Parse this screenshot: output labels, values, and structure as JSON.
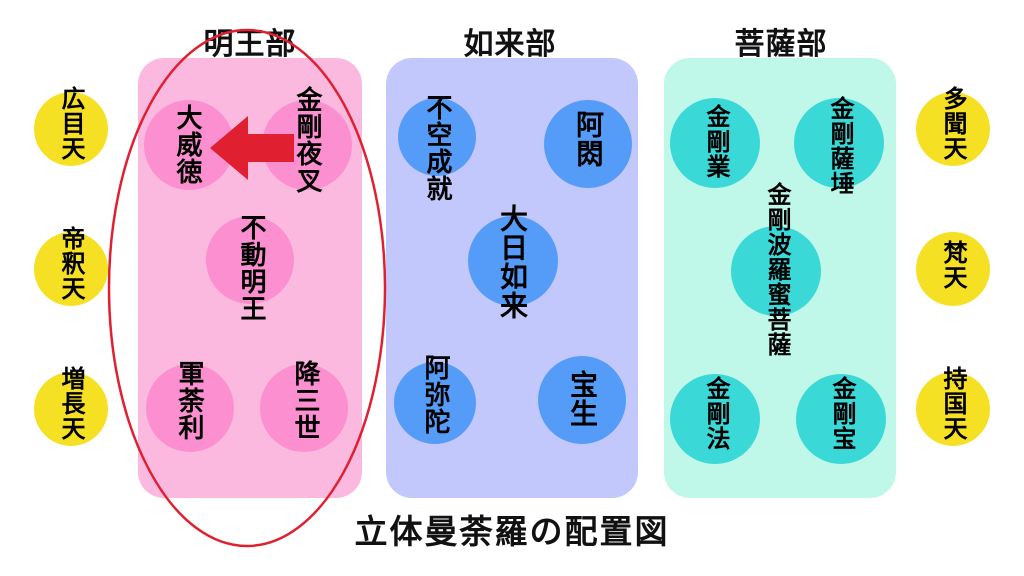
{
  "groups": {
    "myoo": {
      "title": "明王部",
      "members": {
        "kongoyasha": "金剛夜叉",
        "daiitoku": "大威徳",
        "fudo": "不動明王",
        "gundari": "軍荼利",
        "gozanze": "降三世"
      },
      "color": "#fcb9e0",
      "circle_color": "#fc8fd0"
    },
    "nyorai": {
      "title": "如来部",
      "members": {
        "fukujoju": "不空成就",
        "ashuku": "阿閦",
        "dainichi": "大日如来",
        "amida": "阿弥陀",
        "hosho": "宝生"
      },
      "color": "#c2c8fb",
      "circle_color": "#559cf8"
    },
    "bosatsu": {
      "title": "菩薩部",
      "members": {
        "kongogo": "金剛業",
        "kongosatta": "金剛薩埵",
        "kongoharamitsu": "金剛波羅蜜菩薩",
        "kongoho": "金剛法",
        "kongohou": "金剛宝"
      },
      "color": "#bff8e8",
      "circle_color": "#3bd8d8"
    }
  },
  "guardians": {
    "left": [
      "広目天",
      "帝釈天",
      "増長天"
    ],
    "right": [
      "多聞天",
      "梵天",
      "持国天"
    ],
    "color": "#f5e024"
  },
  "footer": "立体曼荼羅の配置図",
  "highlight_color": "#e02030"
}
